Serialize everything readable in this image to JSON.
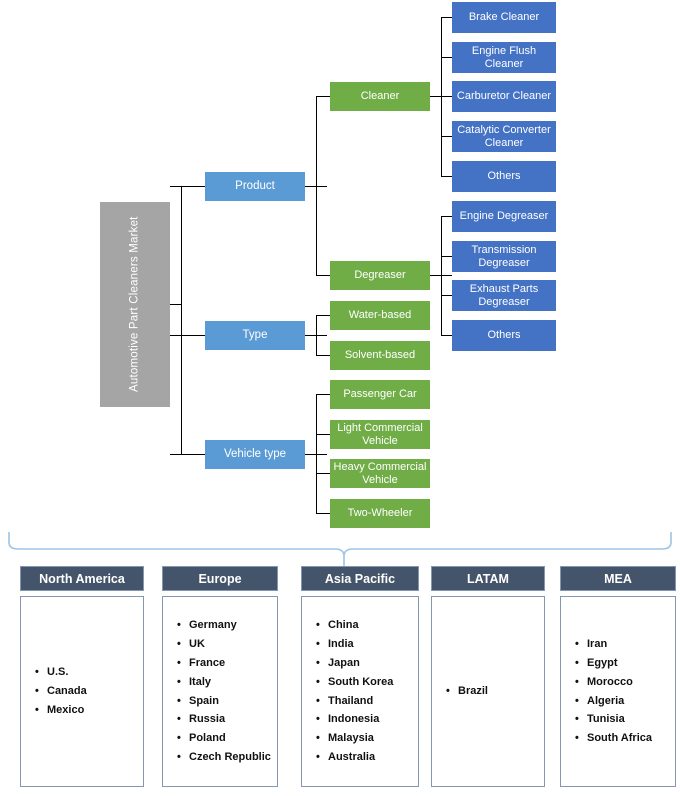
{
  "root": {
    "label": "Automotive Part Cleaners Market"
  },
  "segments": [
    {
      "label": "Product"
    },
    {
      "label": "Type"
    },
    {
      "label": "Vehicle type"
    }
  ],
  "subsegments": [
    {
      "label": "Cleaner"
    },
    {
      "label": "Degreaser"
    },
    {
      "label": "Water-based"
    },
    {
      "label": "Solvent-based"
    },
    {
      "label": "Passenger Car"
    },
    {
      "label": "Light Commercial Vehicle"
    },
    {
      "label": "Heavy Commercial Vehicle"
    },
    {
      "label": "Two-Wheeler"
    }
  ],
  "leaves": [
    {
      "label": "Brake Cleaner"
    },
    {
      "label": "Engine Flush Cleaner"
    },
    {
      "label": "Carburetor Cleaner"
    },
    {
      "label": "Catalytic Converter Cleaner"
    },
    {
      "label": "Others"
    },
    {
      "label": "Engine Degreaser"
    },
    {
      "label": "Transmission Degreaser"
    },
    {
      "label": "Exhaust Parts Degreaser"
    },
    {
      "label": "Others"
    }
  ],
  "regions": [
    {
      "name": "North America",
      "countries": [
        "U.S.",
        "Canada",
        "Mexico"
      ]
    },
    {
      "name": "Europe",
      "countries": [
        "Germany",
        "UK",
        "France",
        "Italy",
        "Spain",
        "Russia",
        "Poland",
        "Czech Republic"
      ]
    },
    {
      "name": "Asia Pacific",
      "countries": [
        "China",
        "India",
        "Japan",
        "South Korea",
        "Thailand",
        "Indonesia",
        "Malaysia",
        "Australia"
      ]
    },
    {
      "name": "LATAM",
      "countries": [
        "Brazil"
      ]
    },
    {
      "name": "MEA",
      "countries": [
        "Iran",
        "Egypt",
        "Morocco",
        "Algeria",
        "Tunisia",
        "South Africa"
      ]
    }
  ],
  "colors": {
    "root": "#A5A5A5",
    "level1": "#5B9BD5",
    "level2": "#70AD47",
    "level3": "#4472C4",
    "region_header": "#44546A",
    "connector_blue": "#9DC3E6",
    "connector_green": "#A9D18E"
  }
}
